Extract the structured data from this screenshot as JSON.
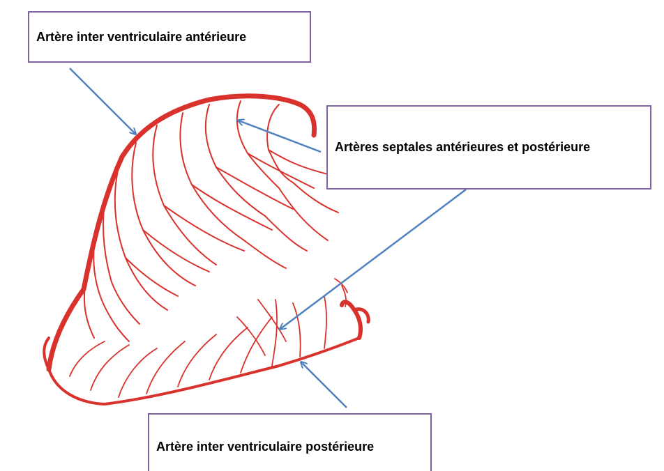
{
  "labels": {
    "anterior_interventricular": "Artère inter ventriculaire antérieure",
    "septal_arteries": "Artères septales antérieures et postérieure",
    "posterior_interventricular": "Artère inter ventriculaire postérieure"
  },
  "colors": {
    "artery": "#d9322c",
    "arrow": "#4f81bd",
    "box_border": "#8064a2"
  }
}
